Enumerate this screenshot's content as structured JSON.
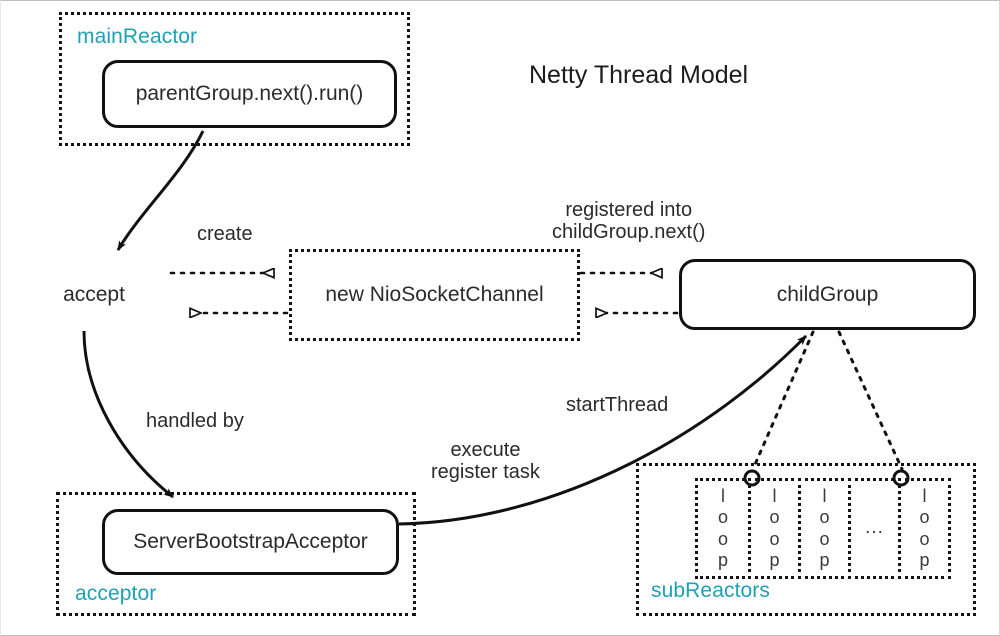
{
  "title": "Netty Thread Model",
  "theme": {
    "accent": "#1fa0b4",
    "stroke": "#111111",
    "text": "#2b2b2b",
    "background": "#ffffff"
  },
  "groups": [
    {
      "name": "mainReactor",
      "label": "mainReactor"
    },
    {
      "name": "acceptor",
      "label": "acceptor"
    },
    {
      "name": "subReactors",
      "label": "subReactors"
    }
  ],
  "nodes": {
    "parent_group": "parentGroup.next().run()",
    "accept": "accept",
    "nio_socket_channel": "new NioSocketChannel",
    "child_group": "childGroup",
    "server_bootstrap_acceptor": "ServerBootstrapAcceptor"
  },
  "edge_labels": {
    "create": "create",
    "registered_into": "registered into\nchildGroup.next()",
    "handled_by": "handled by",
    "execute_register_task": "execute\nregister task",
    "start_thread": "startThread"
  },
  "loop_cells": [
    {
      "kind": "loop",
      "letters": [
        "l",
        "o",
        "o",
        "p"
      ]
    },
    {
      "kind": "loop",
      "letters": [
        "l",
        "o",
        "o",
        "p"
      ]
    },
    {
      "kind": "loop",
      "letters": [
        "l",
        "o",
        "o",
        "p"
      ]
    },
    {
      "kind": "ellipsis",
      "text": "..."
    },
    {
      "kind": "loop",
      "letters": [
        "l",
        "o",
        "o",
        "p"
      ]
    }
  ]
}
